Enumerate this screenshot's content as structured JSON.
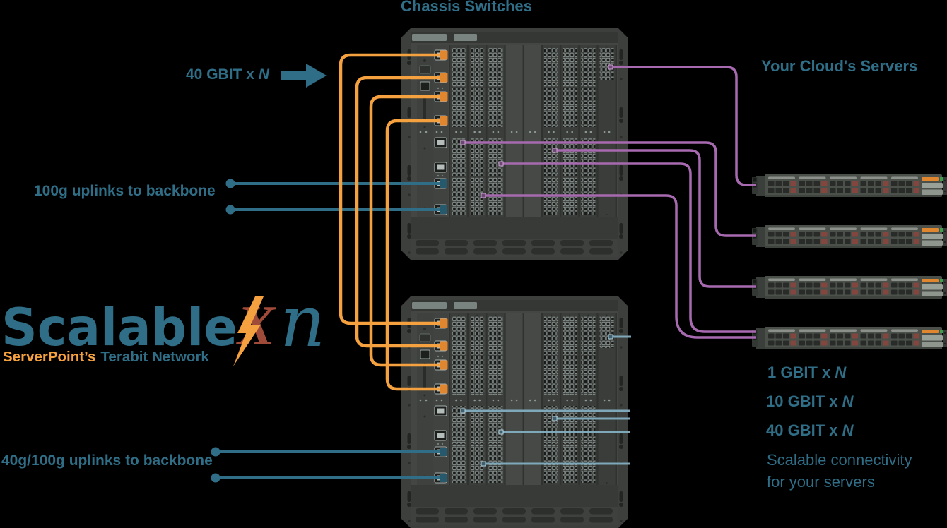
{
  "titles": {
    "chassis": "Chassis Switches",
    "servers": "Your Cloud's Servers"
  },
  "logo": {
    "name": "Scalable",
    "x": "X",
    "n": "n",
    "tagline_brand": "ServerPoint’s",
    "tagline_rest": "Terabit Network"
  },
  "labels": {
    "ingress": {
      "prefix": "40 GBIT",
      "times": "x",
      "var": "N"
    },
    "uplink_top": "100g uplinks to backbone",
    "uplink_bottom": "40g/100g uplinks to backbone",
    "speeds": [
      {
        "prefix": "1 GBIT",
        "times": "x",
        "var": "N"
      },
      {
        "prefix": "10 GBIT",
        "times": "x",
        "var": "N"
      },
      {
        "prefix": "40 GBIT",
        "times": "x",
        "var": "N"
      }
    ],
    "note_line1": "Scalable connectivity",
    "note_line2": "for your servers"
  },
  "icons": {
    "ingress_arrow": "right-arrow-icon",
    "logo_bolt": "lightning-bolt-icon"
  },
  "colors": {
    "background": "#000000",
    "teal": "#2f6e86",
    "orange": "#f6a13f",
    "orange_deep": "#e0862e",
    "purple": "#a76ab0",
    "maroon": "#a04b3a",
    "light_blue": "#7fa9ba",
    "chassis_body": "#434643",
    "chassis_flange": "#3c3f3c",
    "card": "#3a3d3a",
    "server_body": "#4b504a",
    "drive_red": "#82463e",
    "led_green": "#3d9e4e",
    "vent_gray": "#8b908a"
  }
}
